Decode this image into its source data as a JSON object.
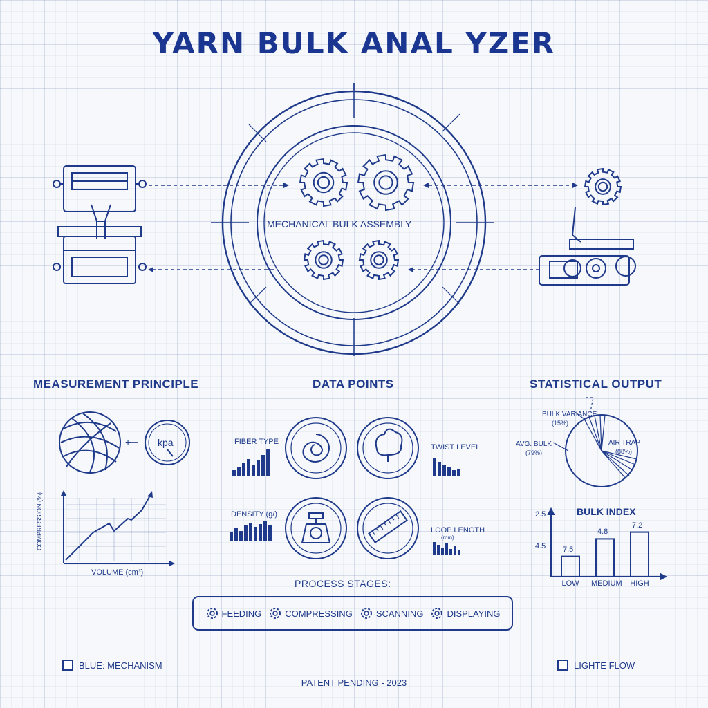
{
  "title": "YARN BULK ANAL YZER",
  "center_label": "MECHANICAL BULK ASSEMBLY",
  "sections": {
    "measurement": "MEASUREMENT PRINCIPLE",
    "data_points": "DATA POINTS",
    "statistical": "STATISTICAL OUTPUT"
  },
  "measurement": {
    "gauge_text": "kpa",
    "plus": "+",
    "chart_ylabel": "COMPRESSION (%)",
    "chart_xlabel": "VOLUME (cm³)"
  },
  "data_points": {
    "fiber_type": "FIBER TYPE",
    "twist_level": "TWIST LEVEL",
    "density": "DENSITY (g/)",
    "loop_length": "LOOP LENGTH",
    "loop_unit": "(mm)"
  },
  "pie": {
    "bulk_variance": "BULK VARIANCE",
    "bulk_variance_pct": "(15%)",
    "avg_bulk": "AVG. BULK",
    "avg_bulk_pct": "(79%)",
    "air_trap": "AIR TRAP",
    "air_trap_pct": "(88%)"
  },
  "bulk_index": {
    "title": "BULK INDEX",
    "y_ticks": [
      "2.5",
      "4.5"
    ]
  },
  "chart_data": {
    "type": "bar",
    "title": "BULK INDEX",
    "categories": [
      "LOW",
      "MEDIUM",
      "HIGH"
    ],
    "values": [
      7.5,
      4.8,
      7.2
    ],
    "value_labels": [
      "7.5",
      "4.8",
      "7.2"
    ],
    "bar_heights_relative": [
      0.42,
      0.78,
      0.92
    ]
  },
  "process": {
    "title": "PROCESS STAGES:",
    "stages": [
      "FEEDING",
      "COMPRESSING",
      "SCANNING",
      "DISPLAYING"
    ]
  },
  "legend": {
    "left": "BLUE: MECHANISM",
    "right": "LIGHTE FLOW"
  },
  "footer": "PATENT PENDING - 2023",
  "colors": {
    "ink": "#1f3a8a",
    "background": "#f6f8fb"
  }
}
